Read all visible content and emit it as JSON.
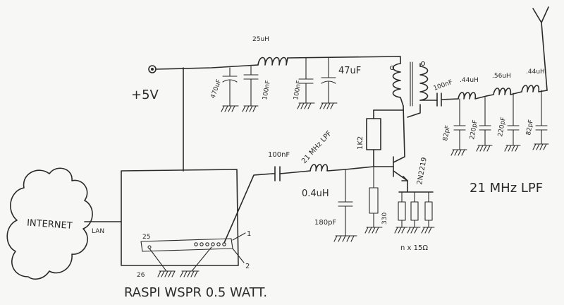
{
  "labels": {
    "supply": "+5V",
    "inductor_25uh": "25uH",
    "cap_470uf_left": "470uF",
    "cap_100nf_left": "100nF",
    "cap_100nf_mid": "100nF",
    "cap_47uf": "47uF",
    "coupling_cap": "100nF",
    "input_lpf": "21 MHz LPF",
    "input_ind": "0.4uH",
    "input_cap": "180pF",
    "bias_res": "1K2",
    "emitter_res": "330",
    "transistor": "2N2219",
    "emitter_resistors": "n x 15Ω",
    "output_cap": "100nF",
    "ind_1": ".44uH",
    "ind_2": ".56uH",
    "ind_3": ".44uH",
    "cap_82a": "82pF",
    "cap_220": "220pF",
    "cap_220b": "220pF",
    "cap_82b": "82pF",
    "output_lpf": "21 MHz LPF",
    "internet": "INTERNET",
    "lan": "LAN",
    "pin_25": "25",
    "pin_26": "26",
    "pin_1": "1",
    "pin_2": "2",
    "title": "RASPI WSPR 0.5 WATT."
  }
}
